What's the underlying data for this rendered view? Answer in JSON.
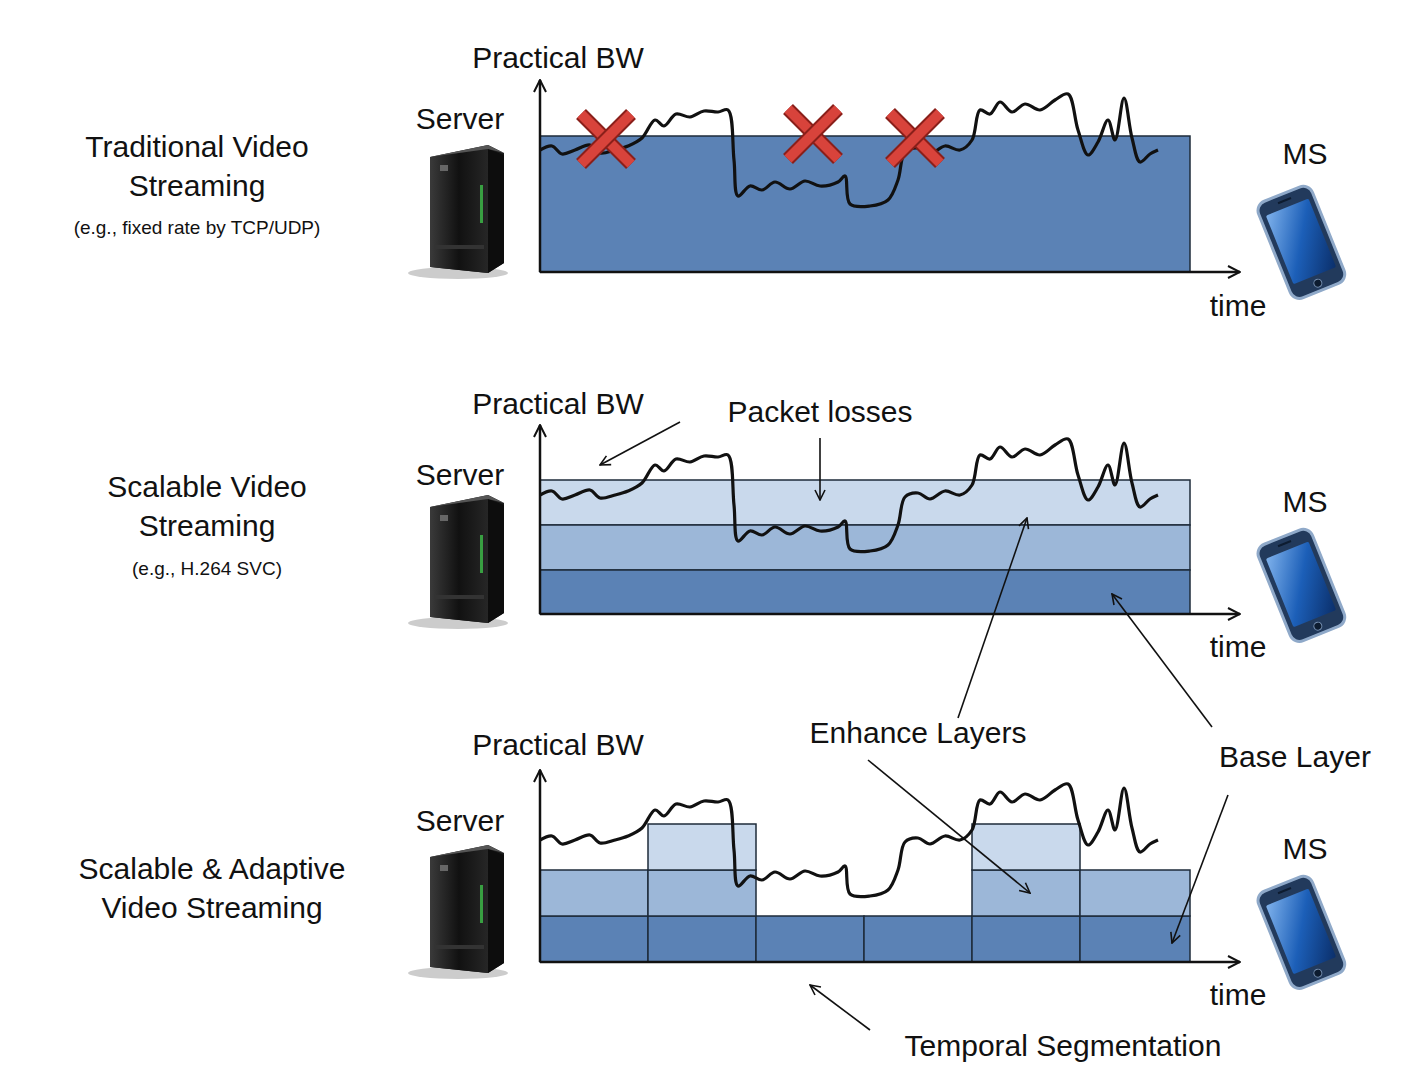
{
  "diagram": {
    "labels": [
      "Practical BW",
      "Server",
      "Traditional Video Streaming",
      "(e.g., fixed rate by TCP/UDP)",
      "MS",
      "time",
      "Practical BW",
      "Packet losses",
      "Server",
      "Scalable Video Streaming",
      "(e.g., H.264 SVC)",
      "MS",
      "time",
      "Practical BW",
      "Enhance Layers",
      "Base Layer",
      "Server",
      "Scalable & Adaptive Video Streaming",
      "MS",
      "time",
      "Temporal Segmentation"
    ]
  }
}
